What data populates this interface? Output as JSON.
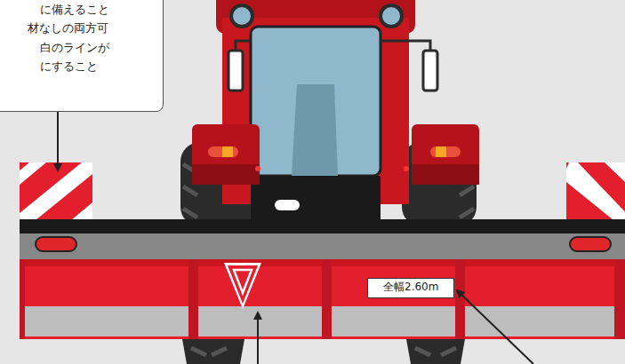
{
  "diagram": {
    "nodes": [
      {
        "text": [
          "に備えること",
          "材なしの両方可",
          "白のラインが",
          "にすること"
        ]
      },
      {
        "text": [
          "全幅2.60m"
        ]
      }
    ],
    "labels": []
  }
}
